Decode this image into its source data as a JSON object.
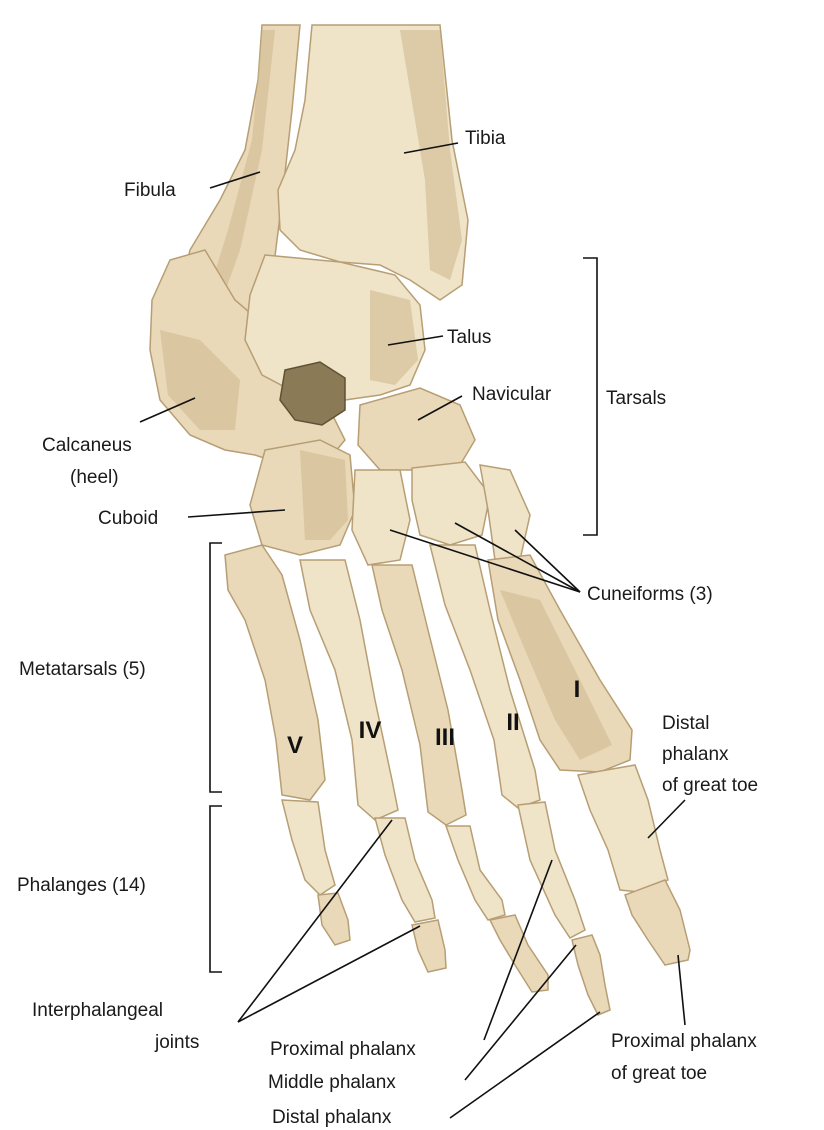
{
  "labels": {
    "tibia": "Tibia",
    "fibula": "Fibula",
    "talus": "Talus",
    "navicular": "Navicular",
    "tarsals": "Tarsals",
    "calcaneus_line1": "Calcaneus",
    "calcaneus_line2": "(heel)",
    "cuboid": "Cuboid",
    "cuneiforms": "Cuneiforms (3)",
    "metatarsals": "Metatarsals (5)",
    "phalanges": "Phalanges (14)",
    "distal_great_line1": "Distal",
    "distal_great_line2": "phalanx",
    "distal_great_line3": "of great toe",
    "interphalangeal_line1": "Interphalangeal",
    "interphalangeal_line2": "joints",
    "proximal_phalanx": "Proximal phalanx",
    "middle_phalanx": "Middle phalanx",
    "distal_phalanx": "Distal phalanx",
    "proximal_great_line1": "Proximal phalanx",
    "proximal_great_line2": "of great toe"
  },
  "metatarsal_numerals": [
    "V",
    "IV",
    "III",
    "II",
    "I"
  ]
}
